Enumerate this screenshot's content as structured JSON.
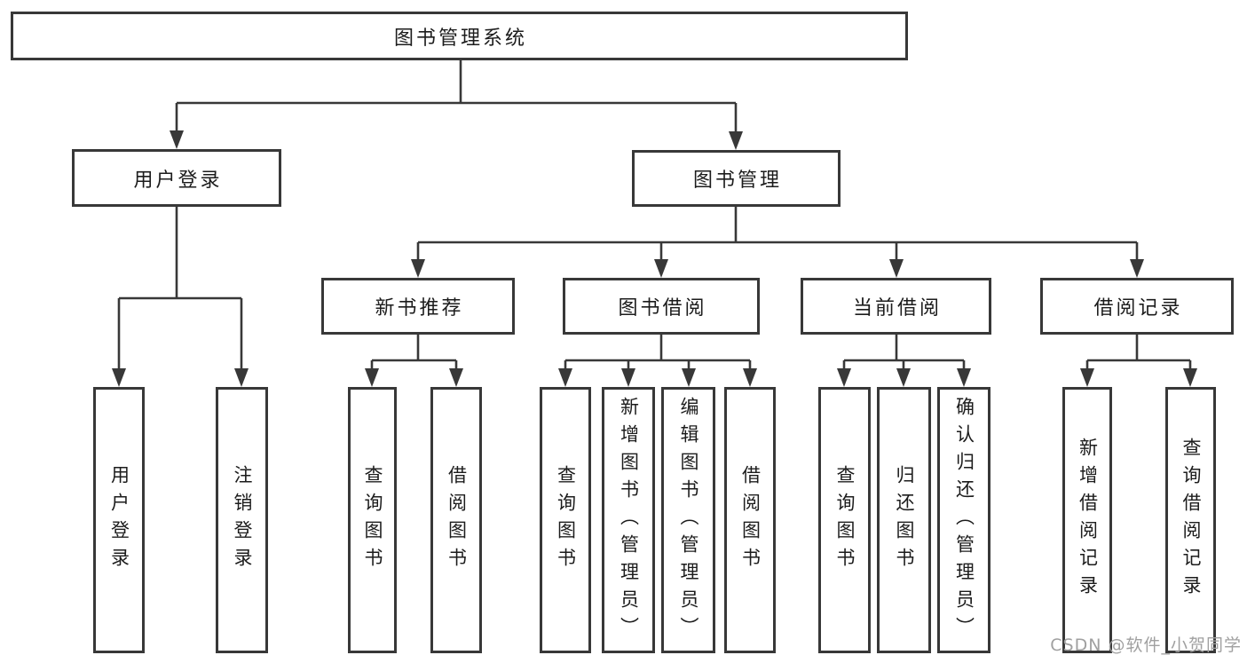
{
  "watermark": {
    "text": "CSDN @软件_小贺同学"
  },
  "colors": {
    "line": "#383838",
    "box_border": "#383838",
    "text": "#1c1c1c",
    "background": "#ffffff",
    "watermark": "#a0a0a0"
  },
  "tree": {
    "label": "图书管理系统",
    "children": [
      {
        "label": "用户登录",
        "children": [
          {
            "label": "用户登录"
          },
          {
            "label": "注销登录"
          }
        ]
      },
      {
        "label": "图书管理",
        "children": [
          {
            "label": "新书推荐",
            "children": [
              {
                "label": "查询图书"
              },
              {
                "label": "借阅图书"
              }
            ]
          },
          {
            "label": "图书借阅",
            "children": [
              {
                "label": "查询图书"
              },
              {
                "label": "新增图书（管理员）"
              },
              {
                "label": "编辑图书（管理员）"
              },
              {
                "label": "借阅图书"
              }
            ]
          },
          {
            "label": "当前借阅",
            "children": [
              {
                "label": "查询图书"
              },
              {
                "label": "归还图书"
              },
              {
                "label": "确认归还（管理员）"
              }
            ]
          },
          {
            "label": "借阅记录",
            "children": [
              {
                "label": "新增借阅记录"
              },
              {
                "label": "查询借阅记录"
              }
            ]
          }
        ]
      }
    ]
  }
}
